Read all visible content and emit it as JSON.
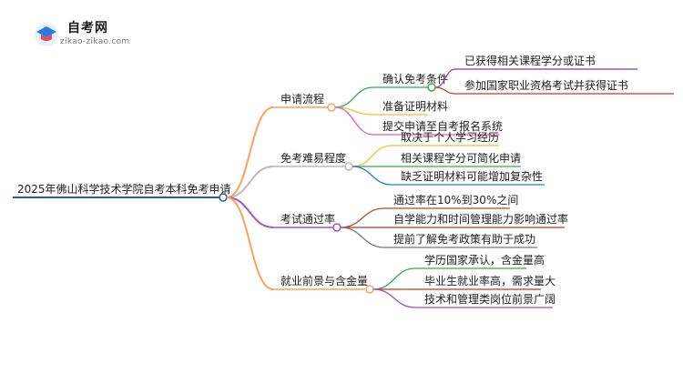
{
  "logo": {
    "title": "自考网",
    "subtitle": "zikao-zikao.com",
    "accent": "#2a7ae2",
    "accent2": "#e84b4b"
  },
  "root": {
    "label": "2025年佛山科学技术学院自考本科免考申请",
    "color": "#2c5aa0"
  },
  "branches": [
    {
      "label": "申请流程",
      "color": "#f5a25d",
      "children": [
        {
          "label": "确认免考条件",
          "color": "#3aa655",
          "children": [
            {
              "label": "已获得相关课程学分或证书",
              "color": "#7b3fa0"
            },
            {
              "label": "参加国家职业资格考试并获得证书",
              "color": "#c0392b"
            }
          ]
        },
        {
          "label": "准备证明材料",
          "color": "#e8c23d"
        },
        {
          "label": "提交申请至自考报名系统",
          "color": "#e85aa8"
        }
      ]
    },
    {
      "label": "免考难易程度",
      "color": "#bbbbbb",
      "children": [
        {
          "label": "取决于个人学习经历",
          "color": "#e8c23d"
        },
        {
          "label": "相关课程学分可简化申请",
          "color": "#3aa655"
        },
        {
          "label": "缺乏证明材料可能增加复杂性",
          "color": "#2a7ae2"
        }
      ]
    },
    {
      "label": "考试通过率",
      "color": "#9b59b6",
      "children": [
        {
          "label": "通过率在10%到30%之间",
          "color": "#a0522d"
        },
        {
          "label": "自学能力和时间管理能力影响通过率",
          "color": "#c0392b"
        },
        {
          "label": "提前了解免考政策有助于成功",
          "color": "#777777"
        }
      ]
    },
    {
      "label": "就业前景与含金量",
      "color": "#f5a25d",
      "children": [
        {
          "label": "学历国家承认，含金量高",
          "color": "#3aa655"
        },
        {
          "label": "毕业生就业率高，需求量大",
          "color": "#c0392b"
        },
        {
          "label": "技术和管理类岗位前景广阔",
          "color": "#9b59b6"
        }
      ]
    }
  ]
}
